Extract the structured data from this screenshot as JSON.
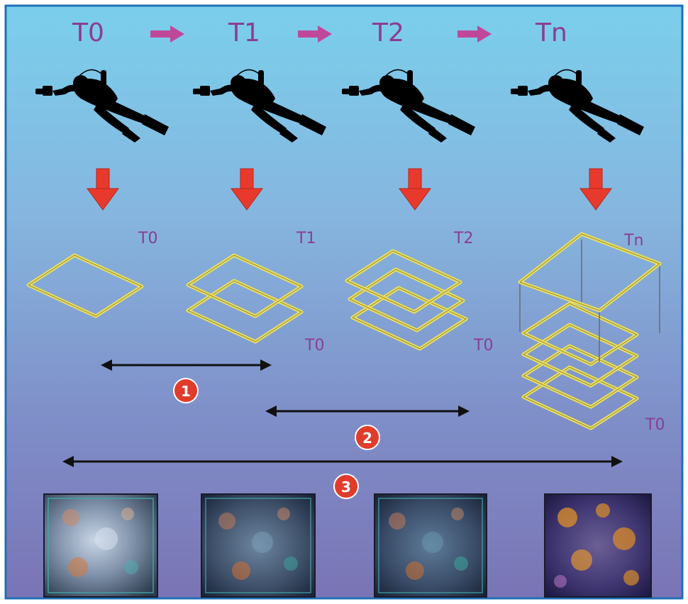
{
  "colors": {
    "water_top": "#79cdea",
    "water_bottom": "#7c79b8",
    "border": "#1f6fb5",
    "label": "#8a3d94",
    "arrow_right": "#c0489a",
    "arrow_down": "#e83a2c",
    "frame": "#ece060",
    "badge": "#e03c2c"
  },
  "timeline": {
    "labels": [
      "T0",
      "T1",
      "T2",
      "Tn"
    ]
  },
  "stacks": [
    {
      "top_label": "T0",
      "bottom_label": ""
    },
    {
      "top_label": "T1",
      "bottom_label": "T0"
    },
    {
      "top_label": "T2",
      "bottom_label": "T0"
    },
    {
      "top_label": "Tn",
      "bottom_label": "T0"
    }
  ],
  "comparisons": [
    {
      "number": "1"
    },
    {
      "number": "2"
    },
    {
      "number": "3"
    }
  ],
  "icons": {
    "diver": "scuba-diver-icon",
    "right_arrow": "right-arrow-icon",
    "down_arrow": "down-arrow-icon"
  }
}
